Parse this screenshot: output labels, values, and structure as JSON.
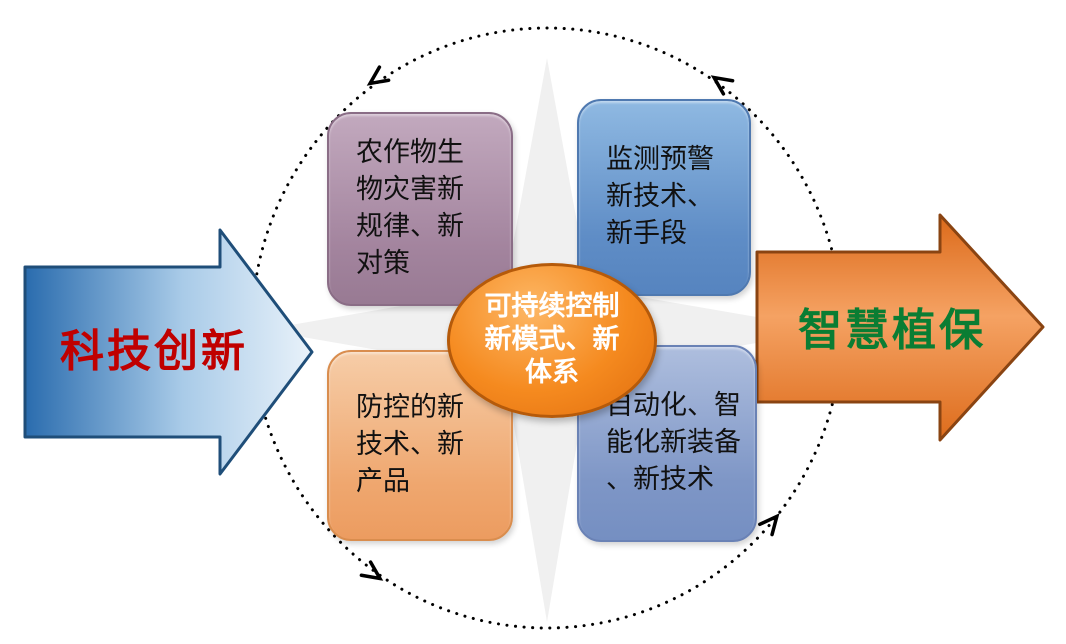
{
  "diagram": {
    "left_arrow": {
      "label": "科技创新",
      "text_color": "#c00000",
      "fill_colors": [
        "#2a6cae",
        "#e9f2fa"
      ],
      "direction": "right"
    },
    "right_arrow": {
      "label": "智慧植保",
      "text_color": "#0a7d33",
      "fill_colors": [
        "#dc6a1a",
        "#f5a263"
      ],
      "direction": "right"
    },
    "center_ellipse": {
      "label": "可持续控制\n新模式、新\n体系",
      "fill": "#f58a1f",
      "border": "#b55a0a",
      "text_color": "#ffffff"
    },
    "boxes": [
      {
        "position": "top-left",
        "label": "农作物生\n物灾害新\n规律、新\n对策",
        "fill": "#a3849e"
      },
      {
        "position": "top-right",
        "label": "监测预警\n新技术、\n新手段",
        "fill": "#5f8dc6"
      },
      {
        "position": "bottom-left",
        "label": "防控的新\n技术、新\n产品",
        "fill": "#efa76f"
      },
      {
        "position": "bottom-right",
        "label": "自动化、智\n能化新装备\n、新技术",
        "fill": "#7e96c6"
      }
    ],
    "cycle": {
      "style": "dotted-ellipse",
      "direction": "counterclockwise",
      "color": "#000000",
      "arrowhead_count": 4
    },
    "background_star_color": "#f0f0f0"
  }
}
